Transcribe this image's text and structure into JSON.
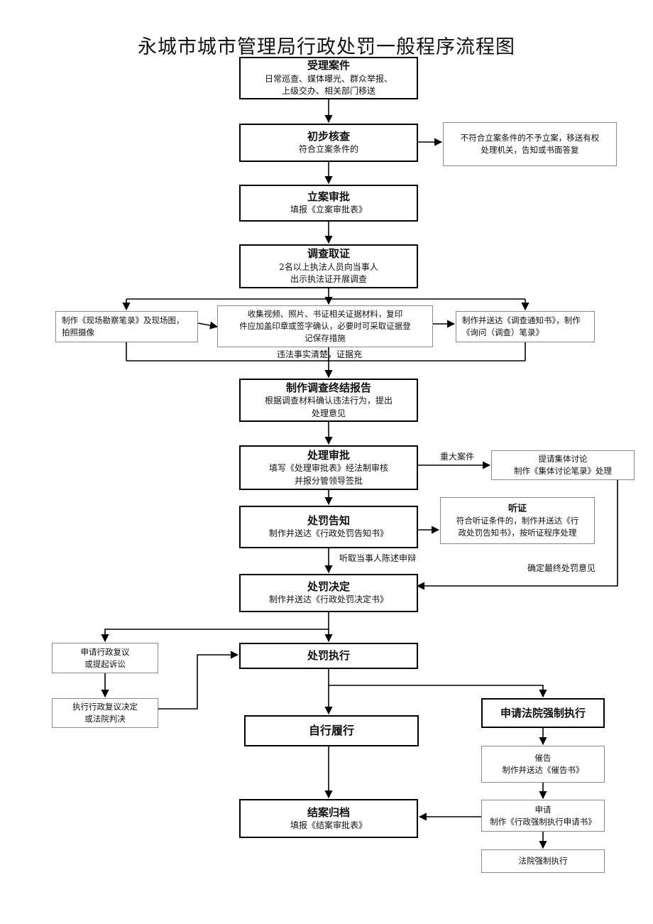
{
  "title": "永城市城市管理局行政处罚一般程序流程图",
  "nodes": {
    "accept": {
      "title": "受理案件",
      "lines": [
        "日常巡查、媒体曝光、群众举报、",
        "上级交办、相关部门移送"
      ]
    },
    "prelim": {
      "title": "初步核查",
      "lines": [
        "符合立案条件的"
      ]
    },
    "reject": {
      "lines": [
        "不符合立案条件的不予立案，移送有权",
        "处理机关，告知或书面答复"
      ]
    },
    "filing": {
      "title": "立案审批",
      "lines": [
        "填报《立案审批表》"
      ]
    },
    "investigate": {
      "title": "调查取证",
      "lines": [
        "2名以上执法人员向当事人",
        "出示执法证开展调查"
      ]
    },
    "scene": {
      "lines": [
        "制作《现场勘察笔录》及现场图，",
        "拍照摄像"
      ]
    },
    "evidence": {
      "lines": [
        "收集视频、照片、书证相关证据材料，复印",
        "件应加盖印章或签字确认，必要时可采取证据登",
        "记保存措施"
      ]
    },
    "notice_inquiry": {
      "lines": [
        "制作并送达《调查通知书》，制作",
        "《询问（调查）笔录》"
      ]
    },
    "report": {
      "title": "制作调查终结报告",
      "lines": [
        "根据调查材料确认违法行为，提出",
        "处理意见"
      ]
    },
    "approval": {
      "title": "处理审批",
      "lines": [
        "填写《处理审批表》经法制审核",
        "并报分管领导签批"
      ]
    },
    "collective": {
      "lines": [
        "提请集体讨论",
        "制作《集体讨论笔录》处理"
      ]
    },
    "notify": {
      "title": "处罚告知",
      "lines": [
        "制作并送达《行政处罚告知书》"
      ]
    },
    "hearing": {
      "title": "听证",
      "lines": [
        "符合听证条件的，制作并送达《行",
        "政处罚告知书》，按听证程序处理"
      ]
    },
    "decision": {
      "title": "处罚决定",
      "lines": [
        "制作并送达《行政处罚决定书》"
      ]
    },
    "review": {
      "lines": [
        "申请行政复议",
        "或提起诉讼"
      ]
    },
    "review_exec": {
      "lines": [
        "执行行政复议决定",
        "或法院判决"
      ]
    },
    "execute": {
      "title": "处罚执行"
    },
    "self_perform": {
      "title": "自行履行"
    },
    "court_apply": {
      "title": "申请法院强制执行"
    },
    "urge": {
      "lines": [
        "催告",
        "制作并送达《催告书》"
      ]
    },
    "apply": {
      "lines": [
        "申请",
        "制作《行政强制执行申请书》"
      ]
    },
    "court_exec": {
      "lines": [
        "法院强制执行"
      ]
    },
    "close": {
      "title": "结案归档",
      "lines": [
        "填报《结案审批表》"
      ]
    }
  },
  "edge_labels": {
    "clear": "违法事实清楚，证据充",
    "major": "重大案件",
    "defense": "听取当事人陈述申辩",
    "final": "确定最终处罚意见"
  }
}
